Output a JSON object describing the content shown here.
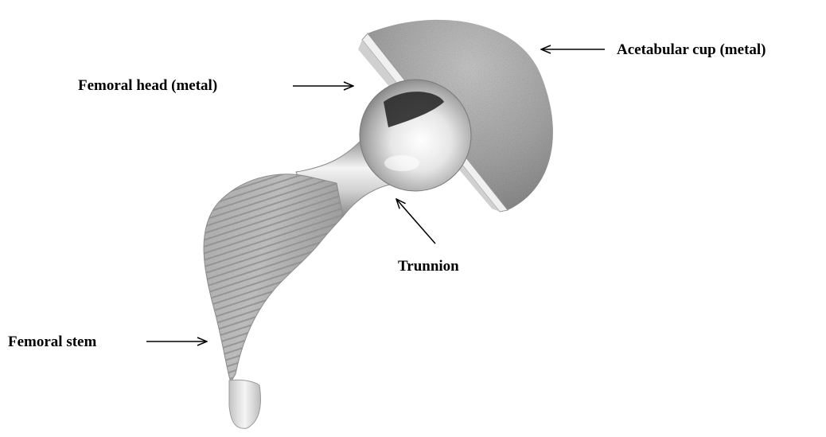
{
  "labels": {
    "acetabular_cup": "Acetabular cup (metal)",
    "femoral_head": "Femoral head (metal)",
    "trunnion": "Trunnion",
    "femoral_stem": "Femoral stem"
  },
  "colors": {
    "text": "#000000",
    "arrow": "#000000",
    "porous_coating": "#a9a9a9",
    "polished_metal": "#d6d6d6",
    "highlight": "#ffffff",
    "shadow": "#2a2a2a"
  }
}
